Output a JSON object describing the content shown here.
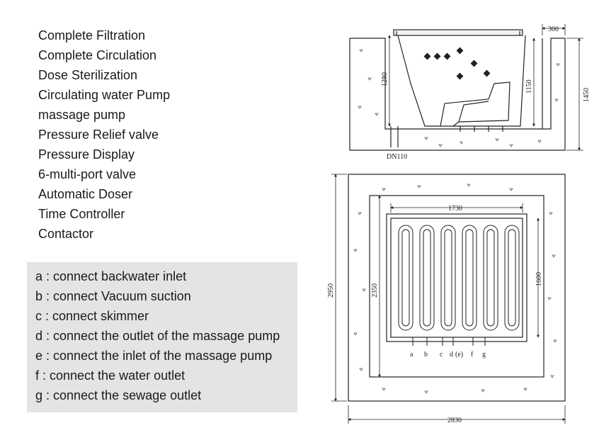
{
  "features": [
    "Complete  Filtration",
    "Complete Circulation",
    "Dose Sterilization",
    "Circulating water Pump",
    "massage pump",
    "Pressure Relief valve",
    "Pressure Display",
    "6-multi-port valve",
    "Automatic Doser",
    "Time Controller",
    "Contactor"
  ],
  "connections": [
    "a : connect backwater inlet",
    "b : connect Vacuum suction",
    "c : connect skimmer",
    "d : connect the outlet of the massage pump",
    "e : connect the inlet of the massage pump",
    "f  : connect the water outlet",
    "g : connect the sewage outlet"
  ],
  "section_view": {
    "dim_top": "300",
    "dim_outer_height": "1450",
    "dim_left_height": "1280",
    "dim_inner_height": "1150",
    "pipe_label": "DN110"
  },
  "plan_view": {
    "dim_width_inner": "1730",
    "dim_height_outer": "2950",
    "dim_height_mid": "2350",
    "dim_height_inner": "1600",
    "dim_width_outer": "2830",
    "port_labels": [
      "a",
      "b",
      "c",
      "d",
      "(e)",
      "f",
      "g"
    ]
  }
}
